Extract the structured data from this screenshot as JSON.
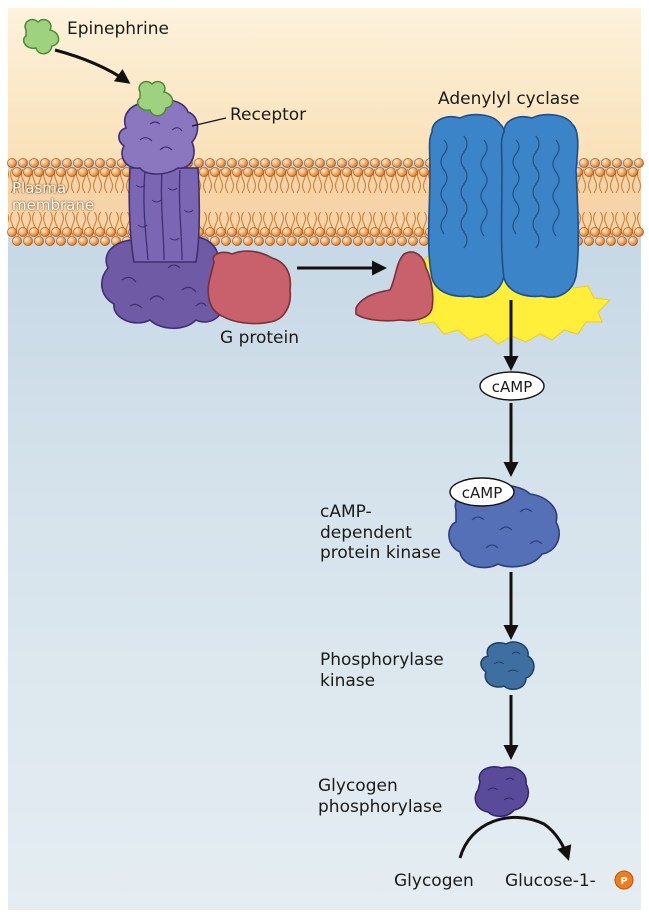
{
  "labels": {
    "epinephrine": "Epinephrine",
    "receptor": "Receptor",
    "adenylyl_cyclase": "Adenylyl cyclase",
    "plasma_membrane": [
      "Plasma",
      "membrane"
    ],
    "g_protein": "G protein",
    "camp": "cAMP",
    "camp_kinase": [
      "cAMP-",
      "dependent",
      "protein kinase"
    ],
    "phosphorylase_kinase": [
      "Phosphorylase",
      "kinase"
    ],
    "glycogen_phosphorylase": [
      "Glycogen",
      "phosphorylase"
    ],
    "glycogen": "Glycogen",
    "glucose_1": "Glucose-1-",
    "phosphate": "P"
  },
  "colors": {
    "extracellular": "#fbe9c9",
    "cytoplasm": "#ccdde8",
    "membrane": "#d98a3e",
    "epinephrine": "#9fd27e",
    "receptor": "#7563a8",
    "g_protein": "#c9616c",
    "adenylyl_cyclase": "#3b84c8",
    "activation_glow": "#ffee3a",
    "pka": "#5670b8",
    "phosphorylase_kinase": "#3f6fa0",
    "glycogen_phosphorylase": "#5a4a9a",
    "phosphate": "#f07c1a"
  }
}
